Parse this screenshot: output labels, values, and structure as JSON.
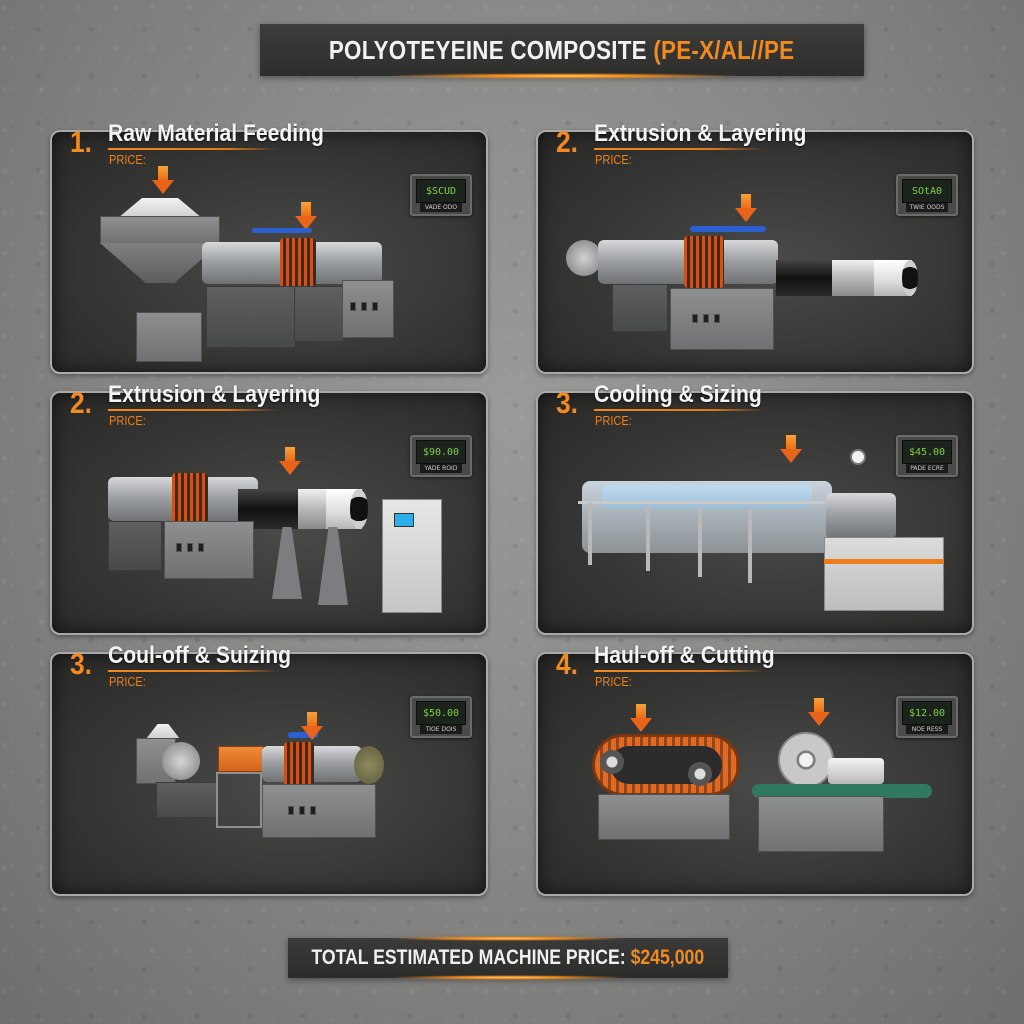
{
  "header": {
    "title_main": "POLYOTEYEINE COMPOSITE ",
    "title_accent": "(PE-X/AL//PE"
  },
  "colors": {
    "accent_orange": "#f28a1e",
    "panel_bg": "#363635",
    "lcd_text": "#7fd04a",
    "background": "#8a8a88"
  },
  "panels": [
    {
      "number": "1.",
      "title": "Raw Material Feeding",
      "price_label": "PRICE:",
      "lcd_value": "$SCUD",
      "lcd_caption": "VADE ODO"
    },
    {
      "number": "2.",
      "title": "Extrusion & Layering",
      "price_label": "PRICE:",
      "lcd_value": "SOtA0",
      "lcd_caption": "TWIE OODS"
    },
    {
      "number": "2.",
      "title": "Extrusion & Layering",
      "price_label": "PRICE:",
      "lcd_value": "$90.00",
      "lcd_caption": "YADE ROID"
    },
    {
      "number": "3.",
      "title": "Cooling & Sizing",
      "price_label": "PRICE:",
      "lcd_value": "$45.00",
      "lcd_caption": "PADE ECRE"
    },
    {
      "number": "3.",
      "title": "Coul-off & Suizing",
      "price_label": "PRICE:",
      "lcd_value": "$50.00",
      "lcd_caption": "TIOE DOIS"
    },
    {
      "number": "4.",
      "title": "Haul-off & Cutting",
      "price_label": "PRICE:",
      "lcd_value": "$12.00",
      "lcd_caption": "NOE RESS"
    }
  ],
  "footer": {
    "total_label": "TOTAL ESTIMATED MACHINE PRICE: ",
    "total_value": "$245,000"
  }
}
